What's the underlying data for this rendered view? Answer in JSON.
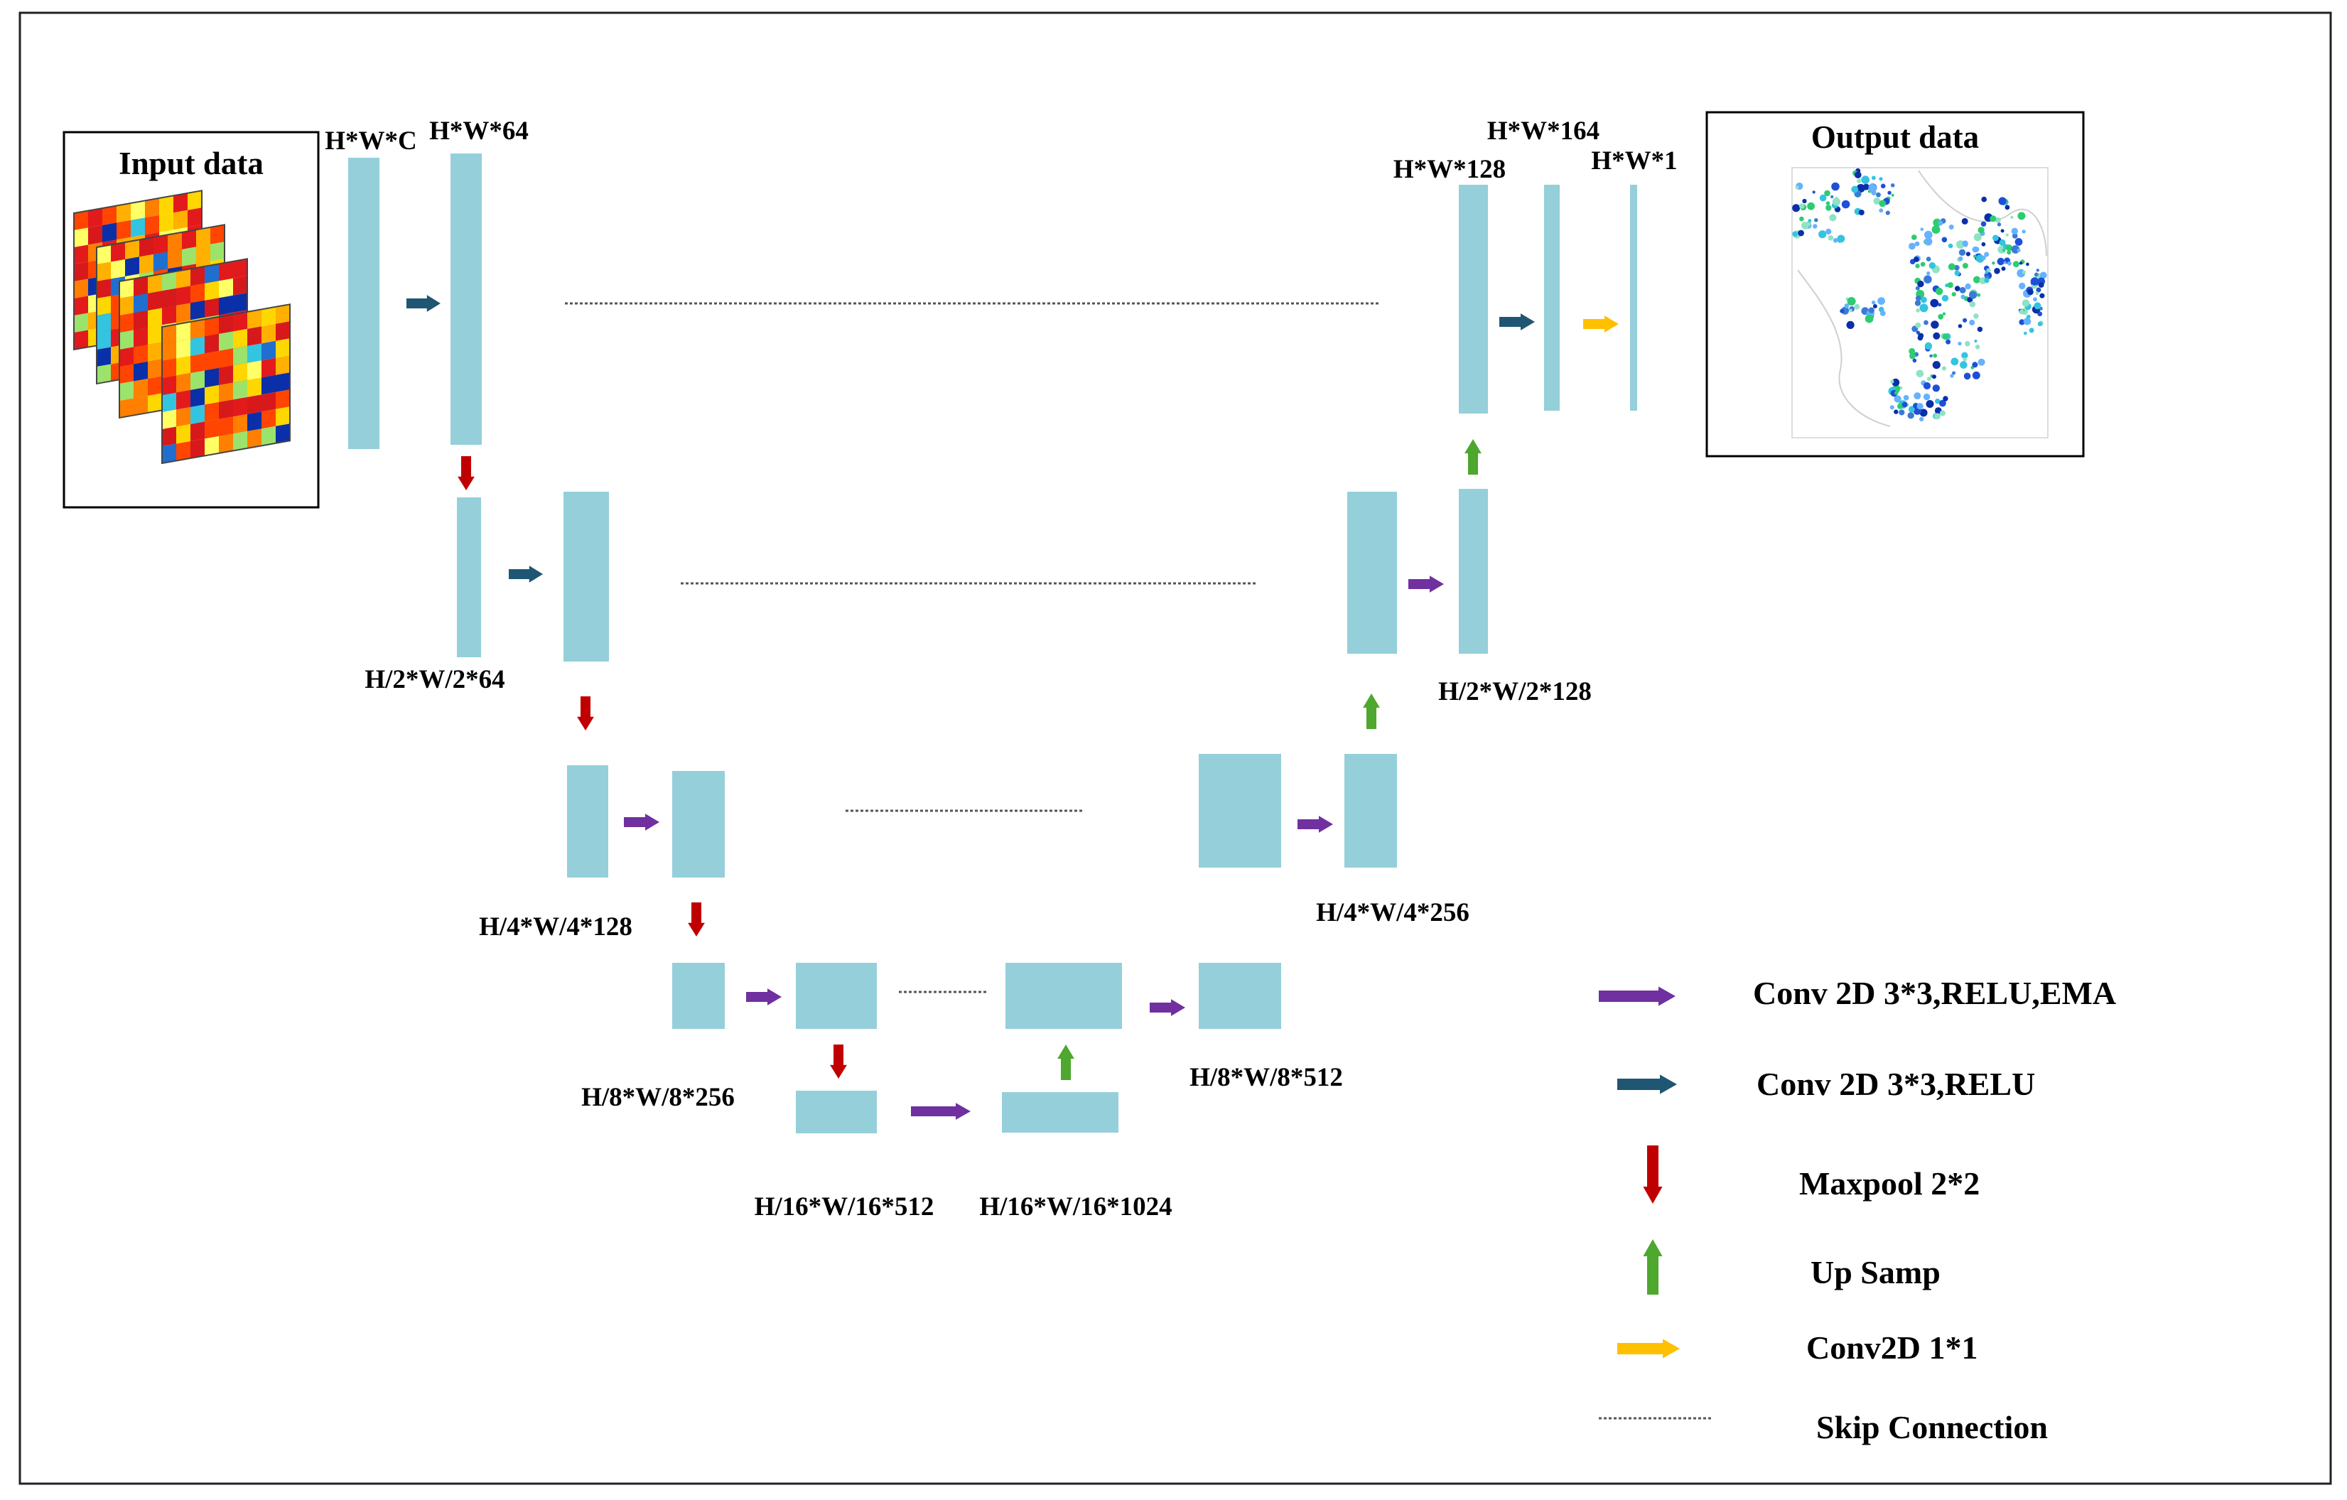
{
  "input_panel": {
    "title": "Input data"
  },
  "output_panel": {
    "title": "Output data"
  },
  "dims": {
    "hwc": "H*W*C",
    "hw64": "H*W*64",
    "h2w2_64": "H/2*W/2*64",
    "h4w4_128": "H/4*W/4*128",
    "h8w8_256": "H/8*W/8*256",
    "h16w16_512": "H/16*W/16*512",
    "h16w16_1024": "H/16*W/16*1024",
    "h8w8_512": "H/8*W/8*512",
    "h4w4_256": "H/4*W/4*256",
    "h2w2_128": "H/2*W/2*128",
    "hw128": "H*W*128",
    "hw164": "H*W*164",
    "hw1": "H*W*1"
  },
  "legend": {
    "conv_relu_ema": "Conv 2D 3*3,RELU,EMA",
    "conv_relu": "Conv 2D  3*3,RELU",
    "maxpool": "Maxpool 2*2",
    "upsamp": "Up Samp",
    "conv1x1": "Conv2D 1*1",
    "skip": "Skip Connection"
  },
  "colors": {
    "block": "#95CFDA",
    "conv_ema_arrow": "#7030A0",
    "conv_arrow": "#1F5673",
    "maxpool_arrow": "#C00000",
    "upsamp_arrow": "#4EA72E",
    "conv1x1_arrow": "#FFC000",
    "skip_line": "#555555"
  }
}
